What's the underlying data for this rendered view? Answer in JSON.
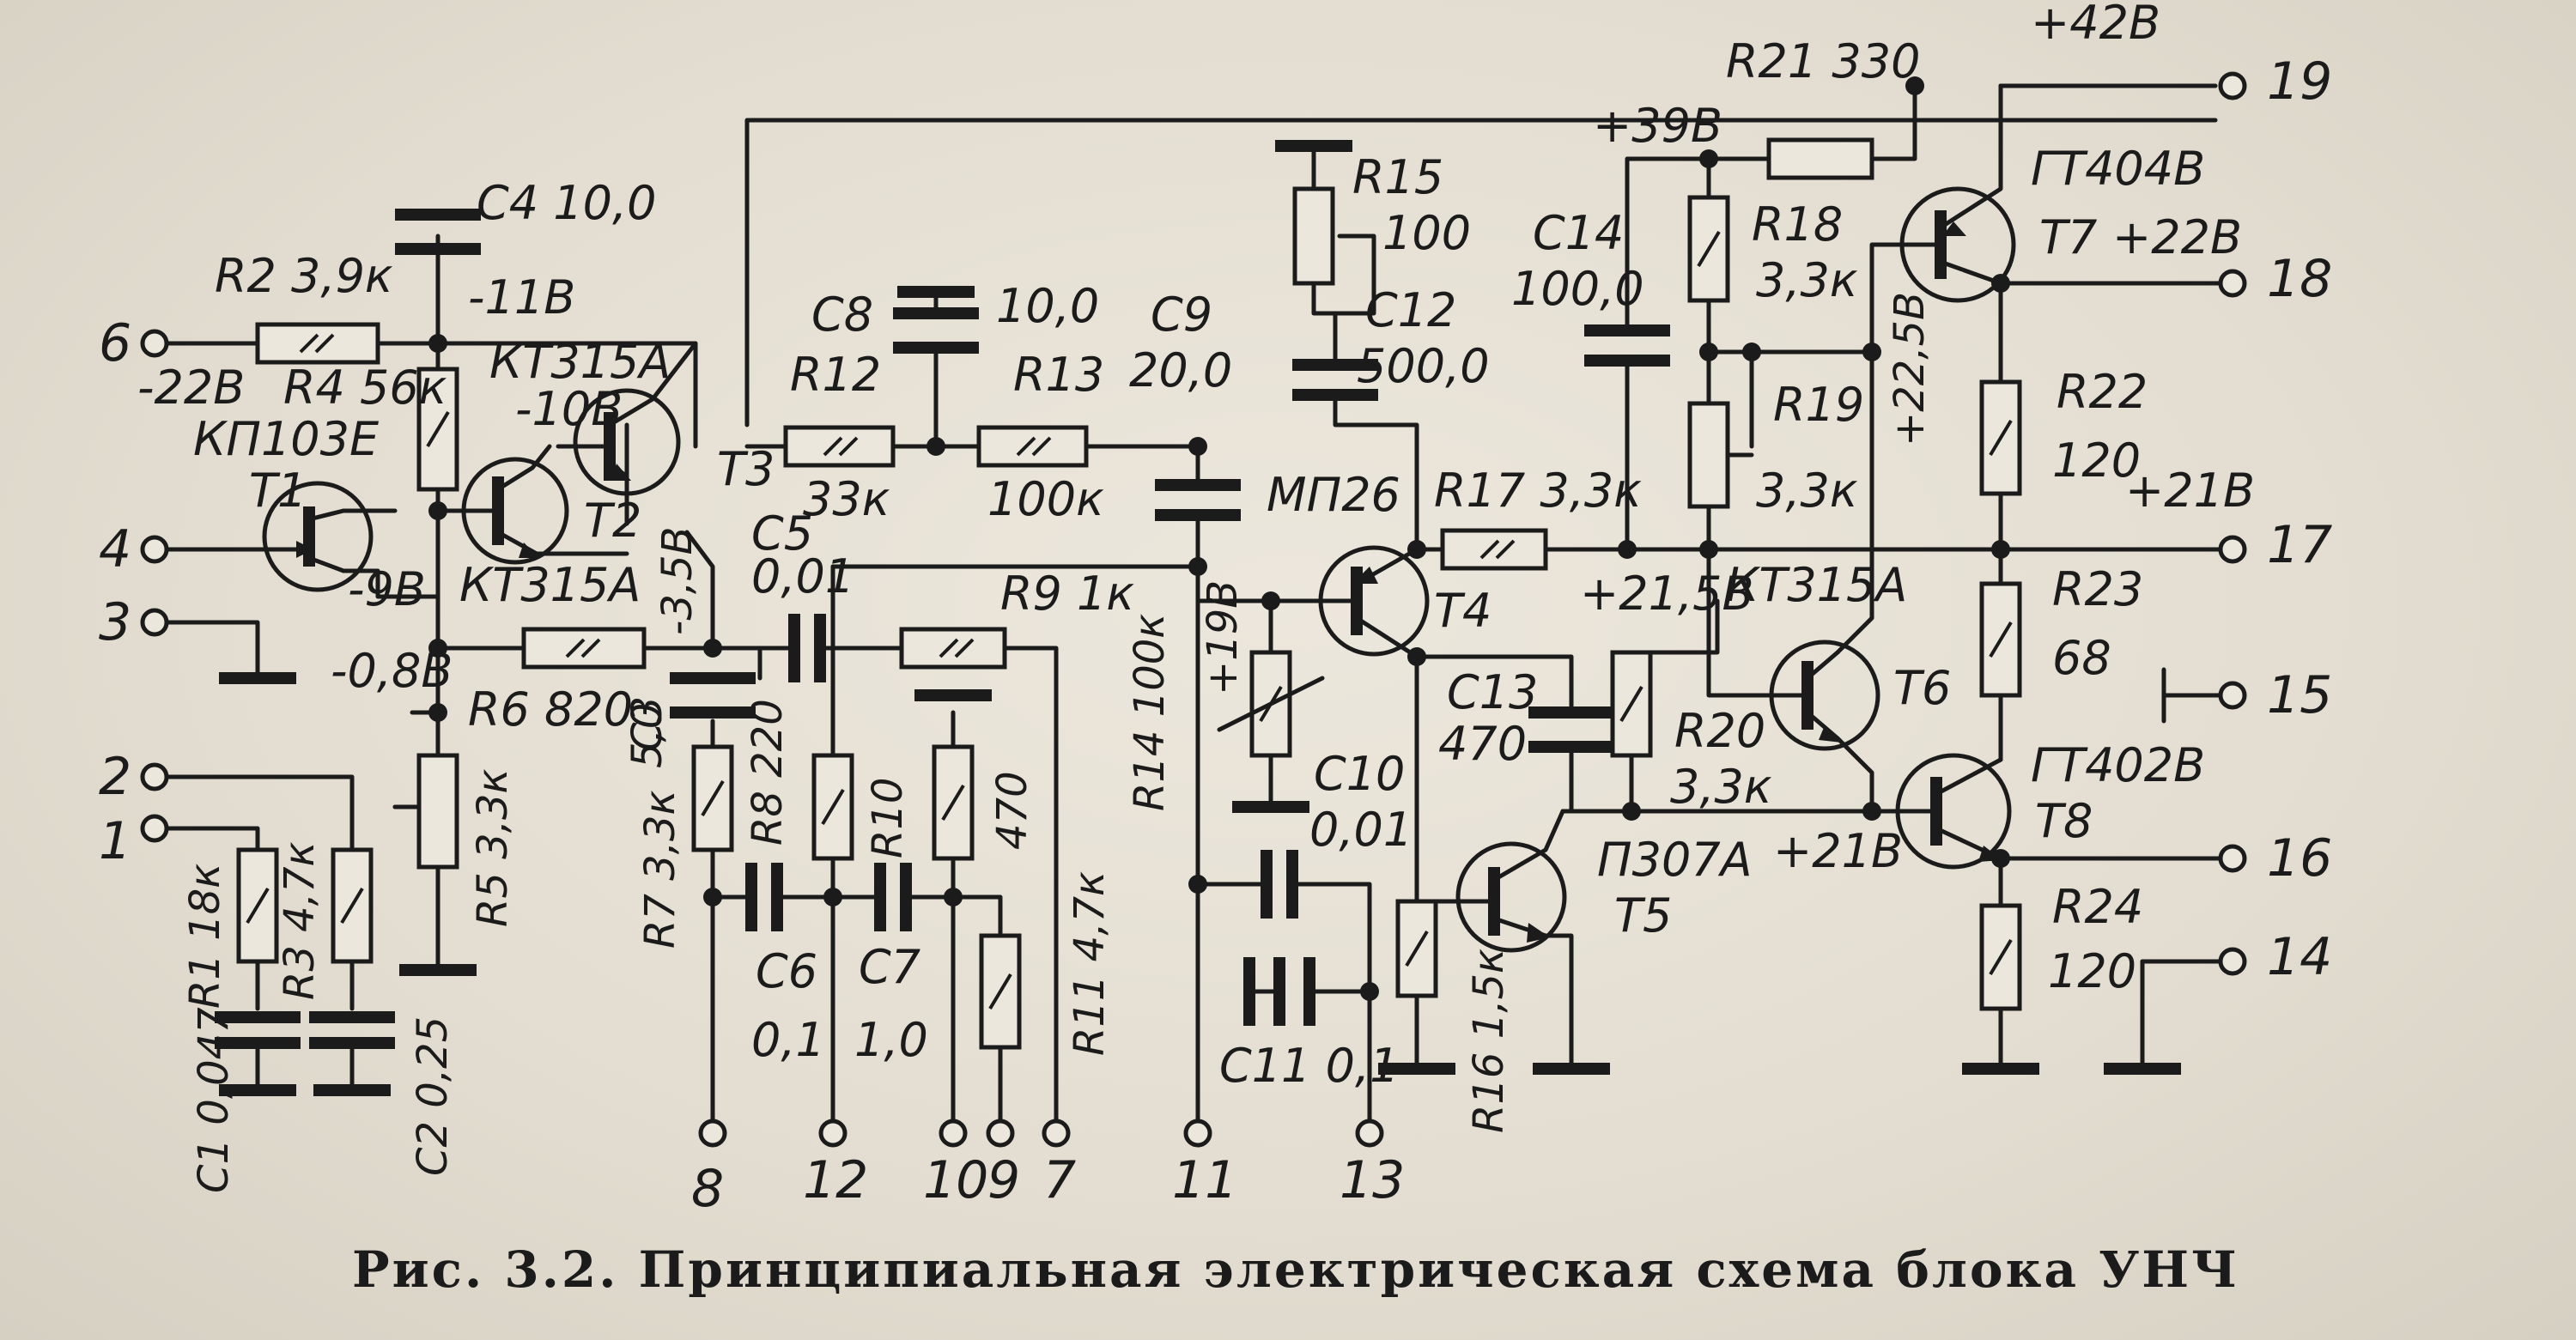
{
  "caption": "Рис. 3.2. Принципиальная электрическая схема блока УНЧ",
  "pins": {
    "p1": "1",
    "p2": "2",
    "p3": "3",
    "p4": "4",
    "p6": "6",
    "p7": "7",
    "p8": "8",
    "p9": "9",
    "p10": "10",
    "p11": "11",
    "p12": "12",
    "p13": "13",
    "p14": "14",
    "p15": "15",
    "p16": "16",
    "p17": "17",
    "p18": "18",
    "p19": "19"
  },
  "labels": {
    "c4": "C4 10,0",
    "r2": "R2 3,9к",
    "v11": "-11В",
    "v22": "-22В",
    "kt315a_top": "КТ315А",
    "v10": "-10В",
    "r4": "R4 56к",
    "kp103e": "КП103Е",
    "t1": "T1",
    "t2": "T2",
    "t3": "T3",
    "v35": "-3,5В",
    "v9": "-9В",
    "kt315a_t2": "КТ315А",
    "v08": "-0,8В",
    "r6": "R6 820",
    "c5": "C5",
    "c5v": "0,01",
    "c3": "C3",
    "c3v": "5,0",
    "r8": "R8 220",
    "r7": "R7 3,3к",
    "r1": "R1 18к",
    "r3": "R3 4,7к",
    "r5": "R5 3,3к",
    "c1": "C1 0,047",
    "c2": "C2 0,25",
    "c8": "C8",
    "c8v": "10,0",
    "r12": "R12",
    "r12v": "33к",
    "r13": "R13",
    "r13v": "100к",
    "c9": "C9",
    "c9v": "20,0",
    "r9": "R9 1к",
    "r10": "R10",
    "r10v": "470",
    "c6": "C6",
    "c6v": "0,1",
    "c7": "C7",
    "c7v": "1,0",
    "r11": "R11 4,7к",
    "r14": "R14 100к",
    "v19": "+19В",
    "r15": "R15",
    "r15v": "100",
    "c12": "C12",
    "c12v": "500,0",
    "mp26": "МП26",
    "t4": "T4",
    "r17": "R17 3,3к",
    "c10": "C10",
    "c10v": "0,01",
    "c11": "C11 0,1",
    "c13": "C13",
    "c13v": "470",
    "r16": "R16 1,5к",
    "p307a": "П307А",
    "t5": "T5",
    "r21": "R21 330",
    "v42": "+42В",
    "v39": "+39В",
    "c14": "C14",
    "c14v": "100,0",
    "r18": "R18",
    "r18v": "3,3к",
    "r19": "R19",
    "r19v": "3,3к",
    "v225": "+22,5В",
    "gt404v": "ГТ404В",
    "t7": "T7",
    "v22p": "+22В",
    "r22": "R22",
    "r22v": "120",
    "v21": "+21В",
    "v215": "+21,5В",
    "kt315a_t6": "КТ315А",
    "r23": "R23",
    "r23v": "68",
    "t6": "T6",
    "r20": "R20",
    "r20v": "3,3к",
    "v21b": "+21В",
    "gt402v": "ГТ402В",
    "t8": "T8",
    "r24": "R24",
    "r24v": "120"
  },
  "colors": {
    "ink": "#1b1b1b",
    "paper": "#e6e0d4"
  }
}
